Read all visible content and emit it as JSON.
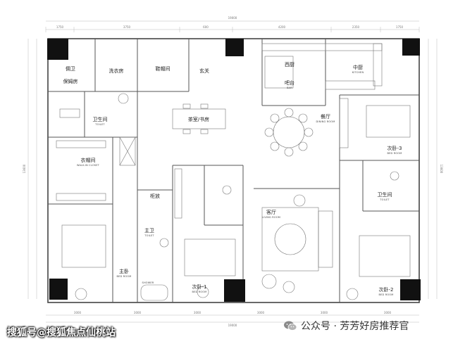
{
  "rooms": [
    {
      "id": "maid-bath",
      "label": "佣卫",
      "sub": ""
    },
    {
      "id": "maid-room",
      "label": "保姆房",
      "sub": ""
    },
    {
      "id": "laundry",
      "label": "洗衣房",
      "sub": ""
    },
    {
      "id": "shoe-room",
      "label": "鞋帽间",
      "sub": ""
    },
    {
      "id": "foyer",
      "label": "玄关",
      "sub": ""
    },
    {
      "id": "western-kitchen",
      "label": "西厨",
      "sub": ""
    },
    {
      "id": "bar",
      "label": "吧台",
      "sub": "BAR"
    },
    {
      "id": "chinese-kitchen",
      "label": "中厨",
      "sub": "KITCHEN"
    },
    {
      "id": "bathroom",
      "label": "卫生间",
      "sub": "TOILET"
    },
    {
      "id": "tea-study",
      "label": "茶室/书房",
      "sub": ""
    },
    {
      "id": "dining",
      "label": "餐厅",
      "sub": "DINING ROOM"
    },
    {
      "id": "bedroom-3",
      "label": "次卧-3",
      "sub": "BED ROOM"
    },
    {
      "id": "walk-in-closet",
      "label": "衣帽间",
      "sub": "WALK-IN CLOSET"
    },
    {
      "id": "cabinet",
      "label": "柜放",
      "sub": ""
    },
    {
      "id": "master-bath",
      "label": "主卫",
      "sub": "TOILET"
    },
    {
      "id": "living-room",
      "label": "客厅",
      "sub": "LIVING ROOM"
    },
    {
      "id": "bathroom-2",
      "label": "卫生间",
      "sub": "TOILET"
    },
    {
      "id": "master-bedroom",
      "label": "主卧",
      "sub": "BED ROOM"
    },
    {
      "id": "shower",
      "label": "",
      "sub": "SHOWER"
    },
    {
      "id": "bedroom-1",
      "label": "次卧-1",
      "sub": "BED ROOM"
    },
    {
      "id": "bedroom-2",
      "label": "次卧-2",
      "sub": "BED ROOM"
    }
  ],
  "dimensions": {
    "top_total": "19000",
    "bottom_total": "19000",
    "left_total": "13600",
    "right_total": "13600",
    "top_segments": [
      "1750",
      "3750",
      "600",
      "4200",
      "2350",
      "1750"
    ],
    "bottom_segments": [
      "3000",
      "3000",
      "3000",
      "3000",
      "3000",
      "3000"
    ]
  },
  "watermark_left": "搜狐号@搜狐焦点仙桃站",
  "watermark_right": "公众号 · 芳芳好房推荐官",
  "icons": [
    "wechat-icon"
  ]
}
